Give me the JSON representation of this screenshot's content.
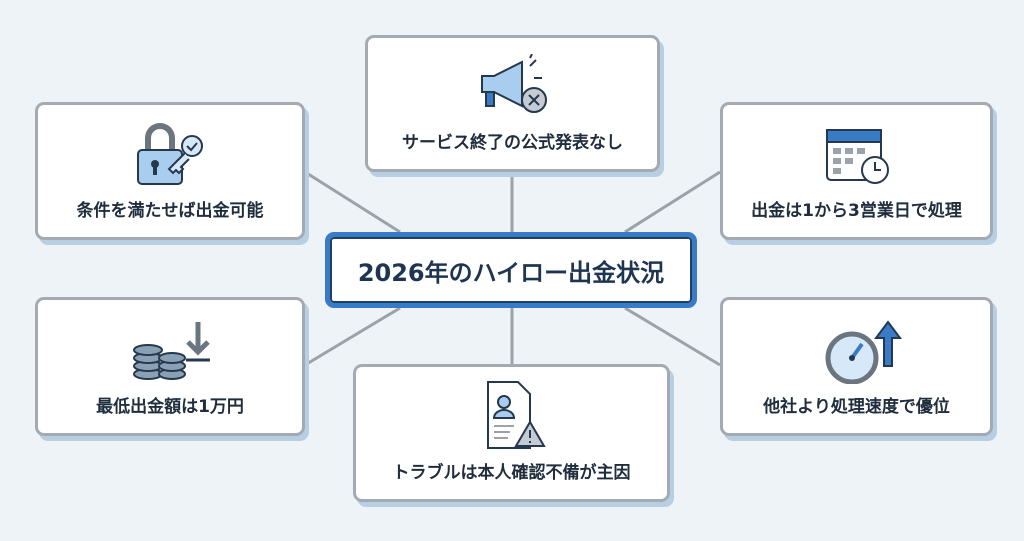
{
  "center": {
    "title": "2026年のハイロー出金状況"
  },
  "nodes": [
    {
      "label": "条件を満たせば出金可能",
      "icon": "lock-key-icon"
    },
    {
      "label": "サービス終了の公式発表なし",
      "icon": "megaphone-x-icon"
    },
    {
      "label": "出金は1から3営業日で処理",
      "icon": "calendar-clock-icon"
    },
    {
      "label": "最低出金額は1万円",
      "icon": "coins-download-icon"
    },
    {
      "label": "トラブルは本人確認不備が主因",
      "icon": "document-warning-icon"
    },
    {
      "label": "他社より処理速度で優位",
      "icon": "speedometer-arrow-icon"
    }
  ],
  "colors": {
    "accent": "#3a7bc8",
    "background": "#eef3f7",
    "border": "#a3aab2"
  }
}
